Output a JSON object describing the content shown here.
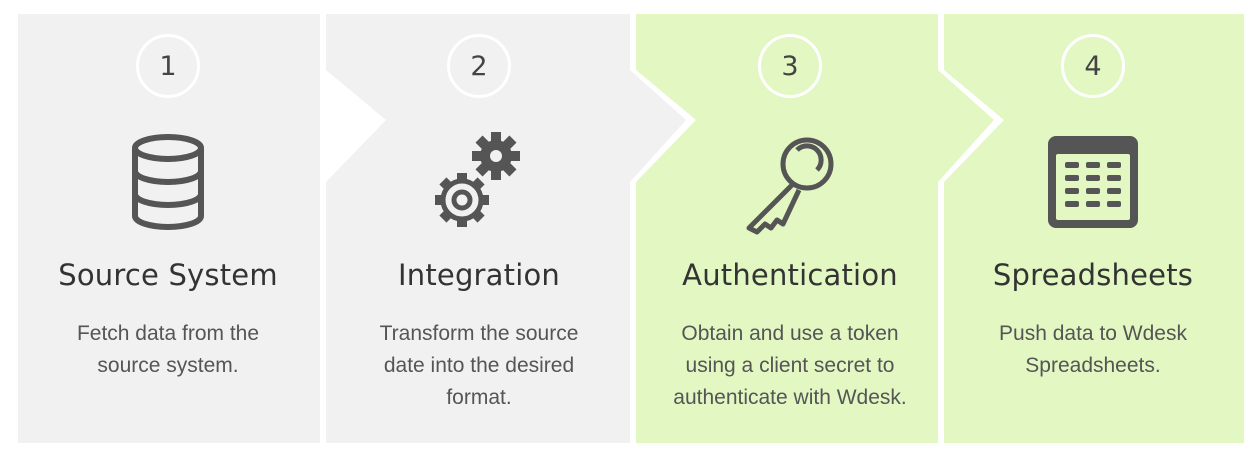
{
  "colors": {
    "grey_panel": "#f1f1f1",
    "green_panel": "#e2f7c2",
    "icon": "#555555",
    "circle_border": "#ffffff"
  },
  "steps": [
    {
      "number": "1",
      "icon": "database-icon",
      "title": "Source System",
      "desc_lines": [
        "Fetch data from the",
        "source system."
      ]
    },
    {
      "number": "2",
      "icon": "gears-icon",
      "title": "Integration",
      "desc_lines": [
        "Transform the source",
        "date into the desired",
        "format."
      ]
    },
    {
      "number": "3",
      "icon": "key-icon",
      "title": "Authentication",
      "desc_lines": [
        "Obtain and use a token",
        "using a client secret to",
        "authenticate with Wdesk."
      ]
    },
    {
      "number": "4",
      "icon": "spreadsheet-icon",
      "title": "Spreadsheets",
      "desc_lines": [
        "Push data to Wdesk",
        "Spreadsheets."
      ]
    }
  ]
}
